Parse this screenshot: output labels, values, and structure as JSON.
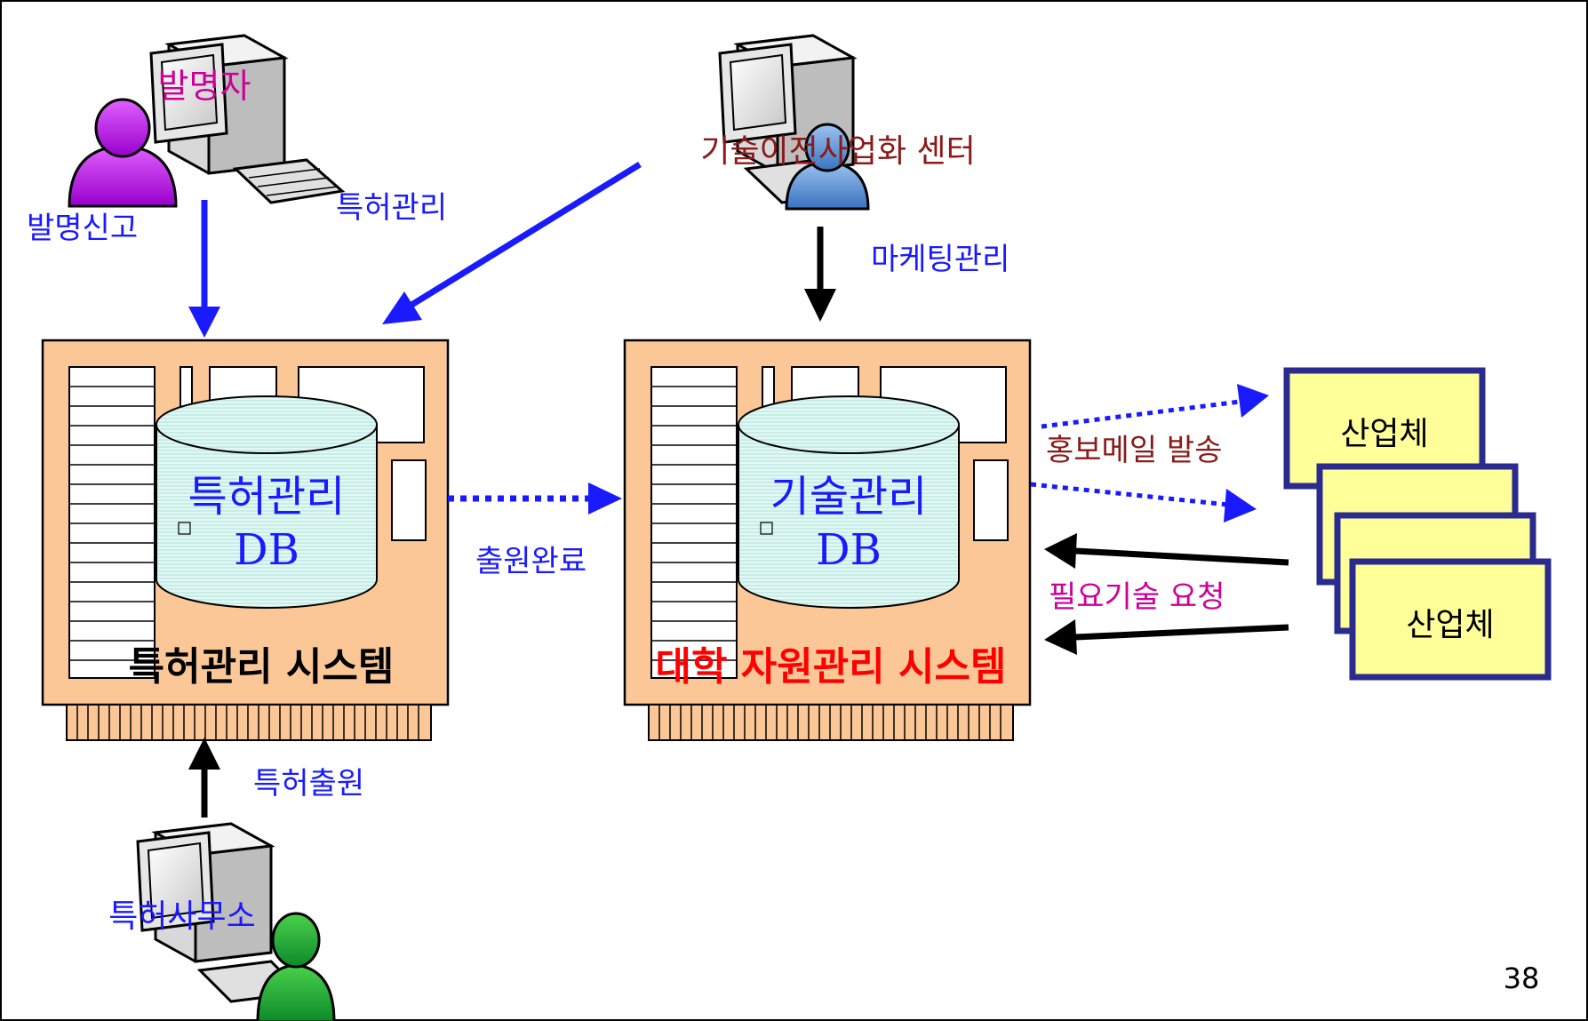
{
  "colors": {
    "blue_text": "#1a1aff",
    "magenta_text": "#cc0099",
    "dark_red_text": "#8b1a1a",
    "red_text": "#ff0000",
    "board_fill": "#fcc797",
    "db_fill": "#dff7f2",
    "industry_fill": "#ffff99",
    "industry_border": "#2b2b8f",
    "blue_arrow": "#1a1aff",
    "black_arrow": "#000000"
  },
  "labels": {
    "inventor": "발명자",
    "invention_report": "발명신고",
    "patent_management_arrow": "특허관리",
    "tech_center": "기술이전사업화 센터",
    "marketing_management": "마케팅관리",
    "patent_db_line1": "특허관리",
    "patent_db_line2": "DB",
    "patent_system": "특허관리 시스템",
    "filing_complete": "출원완료",
    "tech_db_line1": "기술관리",
    "tech_db_line2": "DB",
    "university_system": "대학 자원관리 시스템",
    "promo_mail": "홍보메일 발송",
    "tech_request": "필요기술 요청",
    "industry_top": "산업체",
    "industry_bottom": "산업체",
    "patent_filing": "특허출원",
    "patent_office": "특허사무소",
    "page_number": "38"
  },
  "icons": {
    "inventor_computer": "desktop-computer-icon",
    "inventor_person": "person-icon",
    "tech_center_computer": "desktop-computer-icon",
    "tech_center_person": "person-icon",
    "patent_office_computer": "desktop-computer-icon",
    "patent_office_person": "person-icon",
    "database": "database-cylinder-icon",
    "circuit_board": "circuit-board-icon"
  }
}
